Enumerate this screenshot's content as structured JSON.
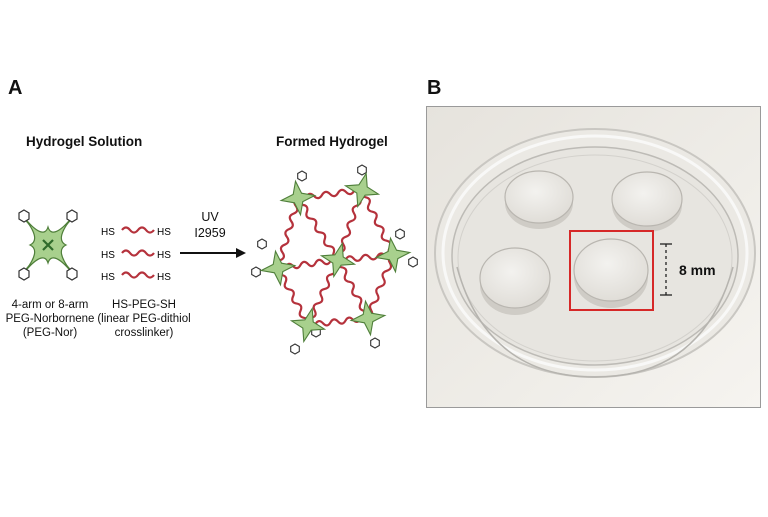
{
  "panel_a": {
    "letter": "A",
    "left_heading": "Hydrogel Solution",
    "right_heading": "Formed Hydrogel",
    "peg_nor_caption": [
      "4-arm or 8-arm",
      "PEG-Norbornene",
      "(PEG-Nor)"
    ],
    "crosslinker_caption": [
      "HS-PEG-SH",
      "(linear PEG-dithiol",
      "crosslinker)"
    ],
    "thiol_label": "HS",
    "arrow_label_line1": "UV",
    "arrow_label_line2": "I2959"
  },
  "panel_b": {
    "letter": "B",
    "scale_label": "8 mm"
  },
  "colors": {
    "star_fill": "#a8d08d",
    "star_stroke": "#4f7f3a",
    "crosslink": "#b5323c",
    "highlight_box": "#d62828"
  }
}
